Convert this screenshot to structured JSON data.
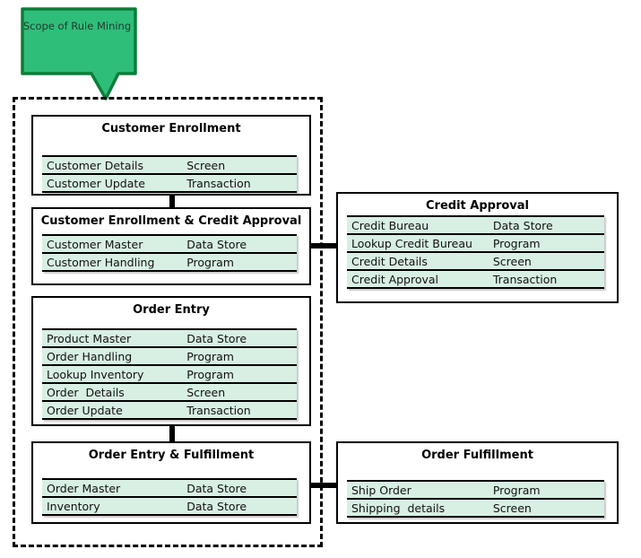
{
  "callout": {
    "text": "Scope of Rule\nMining"
  },
  "colors": {
    "row_fill": "#d8efe3",
    "callout_fill": "#2fbe7a",
    "callout_border": "#0a7e38",
    "line": "#000000"
  },
  "boxes": [
    {
      "title": "Customer Enrollment",
      "rows": [
        {
          "label": "Customer Details",
          "type": "Screen"
        },
        {
          "label": "Customer Update",
          "type": "Transaction"
        }
      ]
    },
    {
      "title": "Customer Enrollment & Credit Approval",
      "rows": [
        {
          "label": "Customer Master",
          "type": "Data Store"
        },
        {
          "label": "Customer Handling",
          "type": "Program"
        }
      ]
    },
    {
      "title": "Credit Approval",
      "rows": [
        {
          "label": "Credit Bureau",
          "type": "Data Store"
        },
        {
          "label": "Lookup Credit Bureau",
          "type": "Program"
        },
        {
          "label": "Credit Details",
          "type": "Screen"
        },
        {
          "label": "Credit Approval",
          "type": "Transaction"
        }
      ]
    },
    {
      "title": "Order Entry",
      "rows": [
        {
          "label": "Product Master",
          "type": "Data Store"
        },
        {
          "label": "Order Handling",
          "type": "Program"
        },
        {
          "label": "Lookup Inventory",
          "type": "Program"
        },
        {
          "label": "Order  Details",
          "type": "Screen"
        },
        {
          "label": "Order Update",
          "type": "Transaction"
        }
      ]
    },
    {
      "title": "Order Entry & Fulfillment",
      "rows": [
        {
          "label": "Order Master",
          "type": "Data Store"
        },
        {
          "label": "Inventory",
          "type": "Data Store"
        }
      ]
    },
    {
      "title": "Order Fulfillment",
      "rows": [
        {
          "label": "Ship Order",
          "type": "Program"
        },
        {
          "label": "Shipping  details",
          "type": "Screen"
        }
      ]
    }
  ]
}
